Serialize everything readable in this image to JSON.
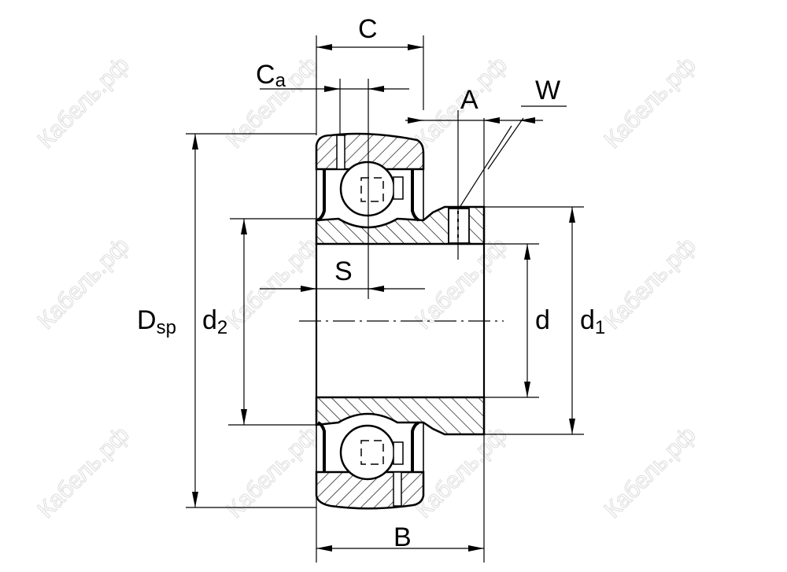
{
  "watermark": "Кабель.рф",
  "labels": {
    "C": "C",
    "Ca_main": "C",
    "Ca_sub": "a",
    "A": "A",
    "W": "W",
    "S": "S",
    "Dsp_main": "D",
    "Dsp_sub": "sp",
    "d2_main": "d",
    "d2_sub": "2",
    "d": "d",
    "d1_main": "d",
    "d1_sub": "1",
    "B": "B"
  },
  "colors": {
    "line": "#000000",
    "watermark": "#e2e2e2"
  }
}
